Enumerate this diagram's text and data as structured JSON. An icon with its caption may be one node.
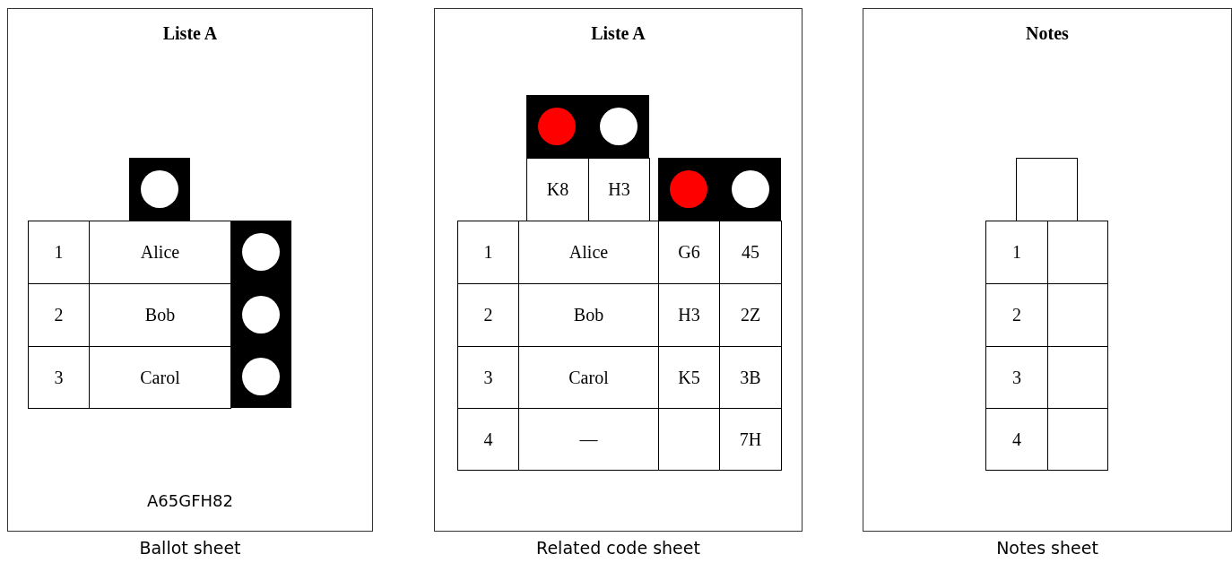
{
  "diagram": {
    "nodes": [
      {
        "text": [
          "Liste A",
          "A65GFH82"
        ],
        "beside": [
          "Ballot sheet"
        ]
      },
      {
        "text": [
          "Liste A"
        ],
        "beside": [
          "Related code sheet"
        ]
      },
      {
        "text": [
          "Notes"
        ],
        "beside": [
          "Notes sheet"
        ]
      }
    ],
    "edges": [],
    "labels": [
      "1",
      "Alice",
      "2",
      "Bob",
      "3",
      "Carol",
      "K8",
      "H3",
      "1",
      "Alice",
      "G6",
      "45",
      "2",
      "Bob",
      "H3",
      "2Z",
      "3",
      "Carol",
      "K5",
      "3B",
      "4",
      "—",
      "7H",
      "1",
      "2",
      "3",
      "4"
    ]
  }
}
